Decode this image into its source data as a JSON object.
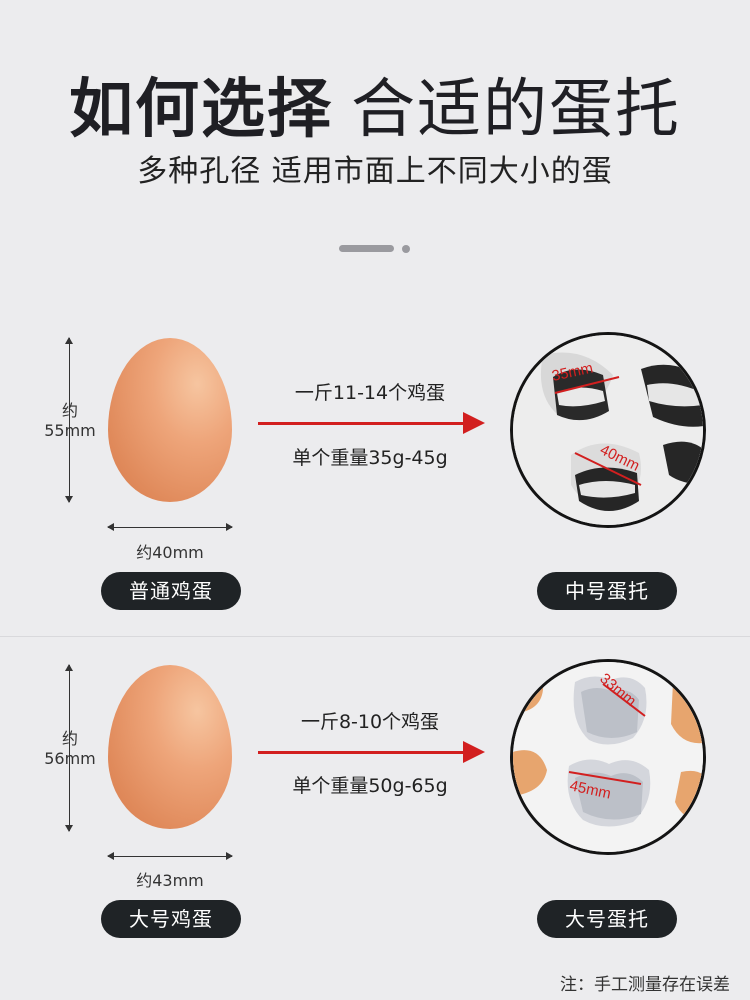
{
  "header": {
    "title_bold": "如何选择",
    "title_light": "合适的蛋托",
    "subtitle": "多种孔径 适用市面上不同大小的蛋"
  },
  "sections": [
    {
      "height_label_prefix": "约",
      "height_label_value": "55mm",
      "width_label": "约40mm",
      "count_text": "一斤11-14个鸡蛋",
      "weight_text": "单个重量35g-45g",
      "egg_label": "普通鸡蛋",
      "tray_label": "中号蛋托",
      "tray_dim_1": "35mm",
      "tray_dim_2": "40mm"
    },
    {
      "height_label_prefix": "约",
      "height_label_value": "56mm",
      "width_label": "约43mm",
      "count_text": "一斤8-10个鸡蛋",
      "weight_text": "单个重量50g-65g",
      "egg_label": "大号鸡蛋",
      "tray_label": "大号蛋托",
      "tray_dim_1": "33mm",
      "tray_dim_2": "45mm"
    }
  ],
  "footer": {
    "note": "注：手工测量存在误差"
  },
  "colors": {
    "background": "#ececee",
    "arrow": "#d21f1f",
    "pill": "#1f2326",
    "egg": "#e8976a"
  }
}
